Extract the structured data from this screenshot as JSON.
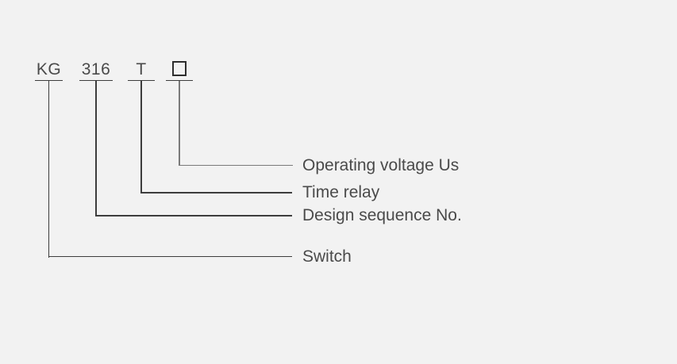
{
  "colors": {
    "background": "#f2f2f2",
    "line": "#3d3d3d",
    "line_light": "#7a7a7a",
    "line_dark": "#2e2e2e",
    "text": "#4a4a4a"
  },
  "model_code": {
    "segments": [
      {
        "text": "KG"
      },
      {
        "text": "316"
      },
      {
        "text": "T"
      },
      {
        "text": "",
        "shape": "empty-box"
      }
    ]
  },
  "designations": [
    {
      "text": "Operating voltage Us"
    },
    {
      "text": "Time relay"
    },
    {
      "text": "Design sequence No."
    },
    {
      "text": "Switch"
    }
  ]
}
